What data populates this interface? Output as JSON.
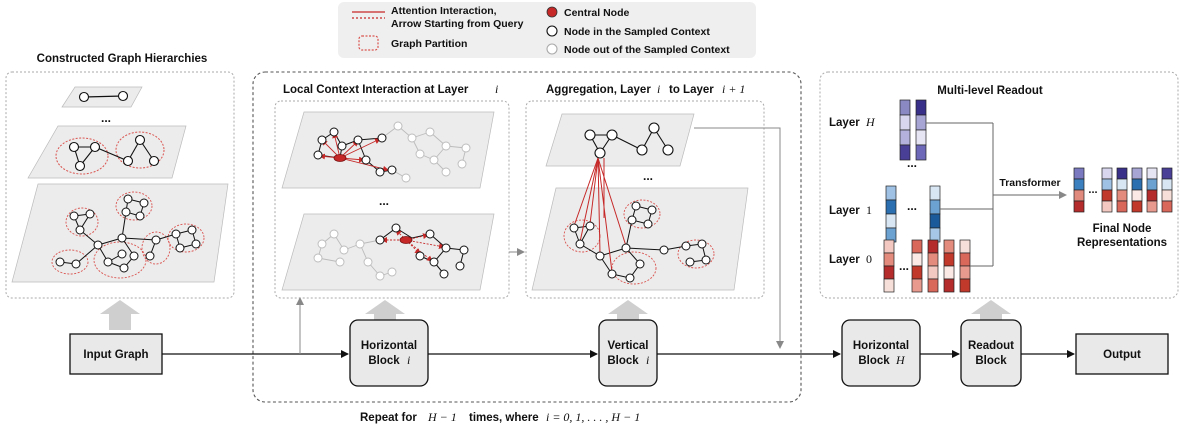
{
  "legend": {
    "attention_label_line1": "Attention Interaction,",
    "attention_label_line2": "Arrow Starting from Query",
    "partition_label": "Graph Partition",
    "central_node_label": "Central Node",
    "sampled_node_label": "Node in the Sampled Context",
    "out_node_label": "Node out of the Sampled Context",
    "colors": {
      "attention": "#c62828",
      "central": "#c62828",
      "partition": "#d9534f"
    }
  },
  "hierarchy_panel": {
    "title": "Constructed Graph Hierarchies",
    "ellipsis": "..."
  },
  "local_panel": {
    "title": "Local Context Interaction at Layer",
    "title_var": "i",
    "ellipsis": "..."
  },
  "aggregation_panel": {
    "title_a": "Aggregation, Layer",
    "title_var1": "i",
    "title_b": "to Layer",
    "title_var2": "i + 1",
    "ellipsis": "..."
  },
  "readout_panel": {
    "title": "Multi-level Readout",
    "layer_word": "Layer",
    "layer_H_var": "H",
    "layer_1_var": "1",
    "layer_0_var": "0",
    "ellipsis": "...",
    "transformer_label": "Transformer",
    "final_label_line1": "Final Node",
    "final_label_line2": "Representations"
  },
  "pipeline": {
    "input": "Input Graph",
    "horizontal_i_line1": "Horizontal",
    "horizontal_i_line2": "Block",
    "horizontal_i_var": "i",
    "vertical_i_line1": "Vertical",
    "vertical_i_line2": "Block",
    "vertical_i_var": "i",
    "horizontal_H_line1": "Horizontal",
    "horizontal_H_line2": "Block",
    "horizontal_H_var": "H",
    "readout_line1": "Readout",
    "readout_line2": "Block",
    "output": "Output"
  },
  "repeat": {
    "prefix": "Repeat for",
    "count": "H − 1",
    "mid": "times, where",
    "range": "i = 0, 1, . . . , H − 1"
  }
}
